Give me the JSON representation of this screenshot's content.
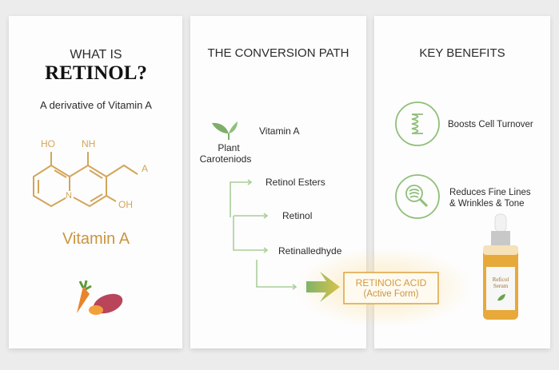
{
  "panel1": {
    "title_small": "WHAT IS",
    "title_big": "RETINOL?",
    "subtitle": "A derivative of Vitamin A",
    "molecule_labels": {
      "ho": "HO",
      "nh": "NH",
      "a": "A",
      "oh": "OH",
      "n": "N"
    },
    "caption": "Vitamin A",
    "icon": "carrot-sweet-potato-icon"
  },
  "panel2": {
    "title": "THE CONVERSION PATH",
    "source": "Vitamin A",
    "plant_line1": "Plant",
    "plant_line2": "Caroteniods",
    "steps": [
      "Retinol Esters",
      "Retinol",
      "Retinalledhyde"
    ],
    "result_line1": "RETINOIC ACID",
    "result_line2": "(Active Form)"
  },
  "panel3": {
    "title": "KEY BENEFITS",
    "benefits": [
      {
        "icon": "cell-spring-icon",
        "label": "Boosts Cell Turnover"
      },
      {
        "icon": "magnifier-lines-icon",
        "line1": "Reduces Fine Lines",
        "line2": "& Wrinkles & Tone"
      }
    ],
    "bottle_label1": "Reficol",
    "bottle_label2": "Serum"
  },
  "colors": {
    "gold": "#c9953f",
    "green": "#8fbf7a",
    "orange": "#e0a030"
  }
}
